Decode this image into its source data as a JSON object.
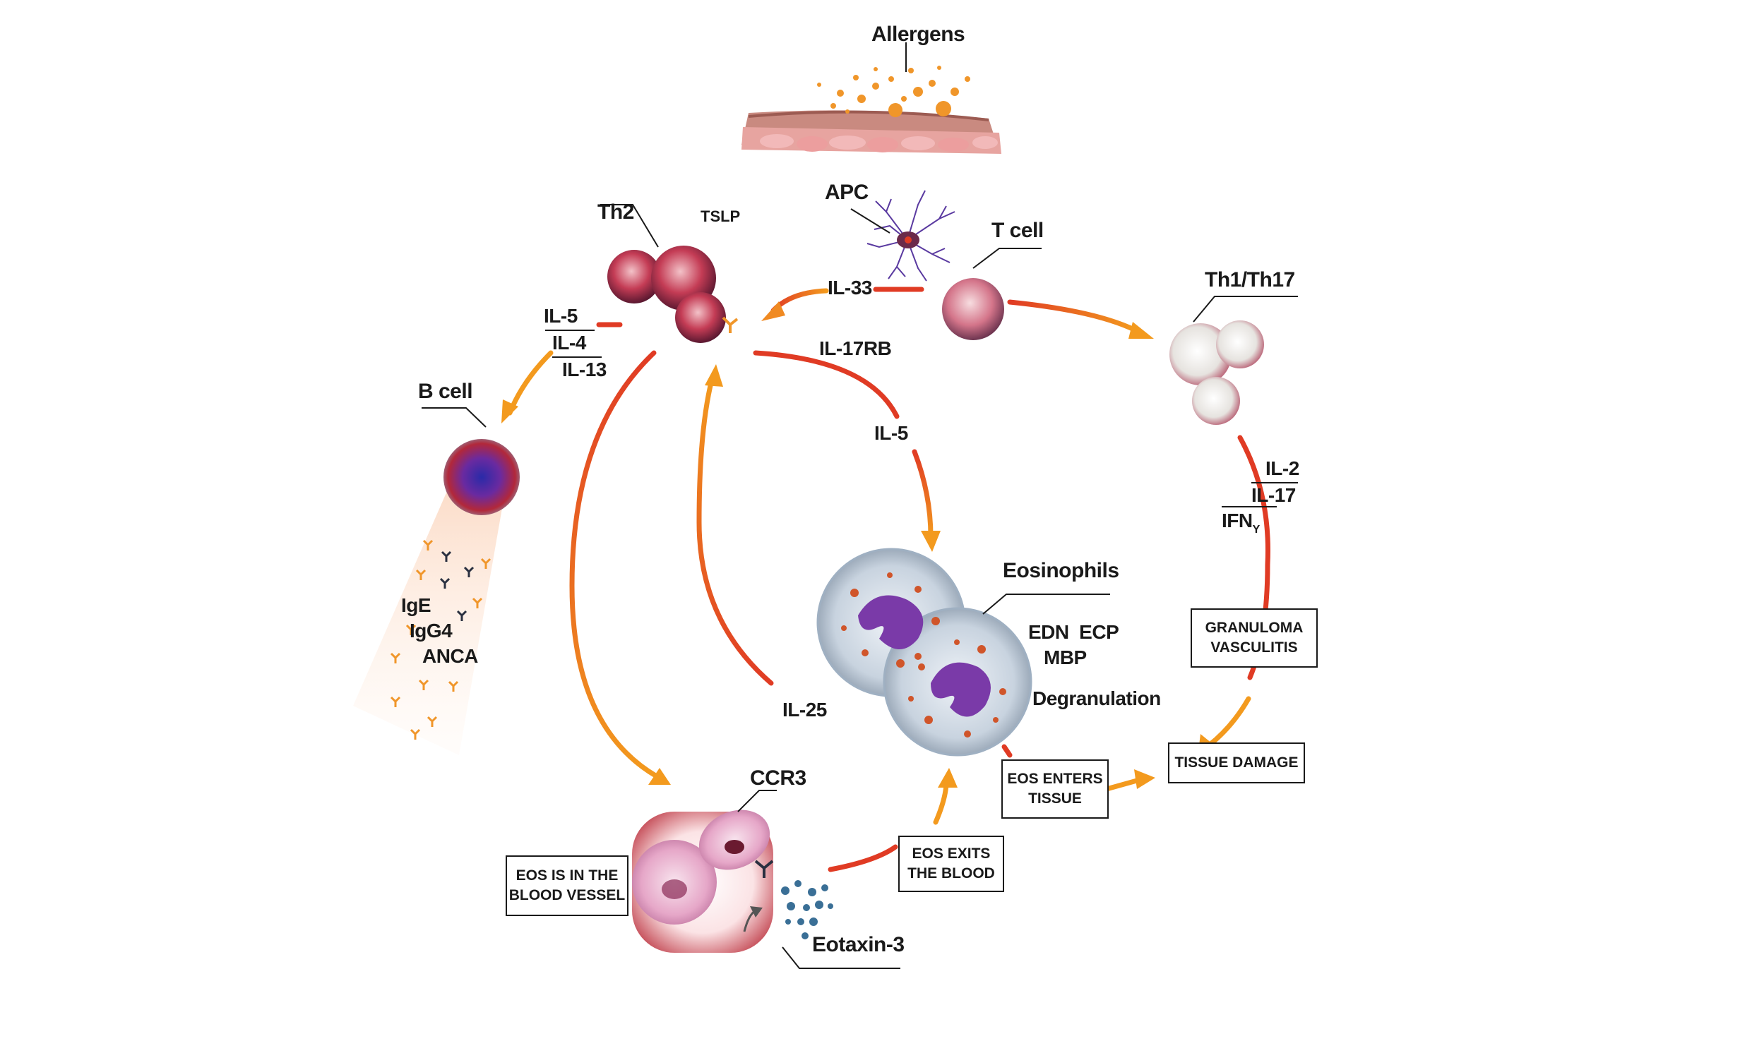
{
  "labels": {
    "allergens": "Allergens",
    "apc": "APC",
    "t_cell": "T cell",
    "th2": "Th2",
    "tslp": "TSLP",
    "th1_th17": "Th1/Th17",
    "il33": "IL-33",
    "il17rb": "IL-17RB",
    "il5_left": "IL-5",
    "il4": "IL-4",
    "il13": "IL-13",
    "b_cell": "B cell",
    "il5_center": "IL-5",
    "il2": "IL-2",
    "il17": "IL-17",
    "ifn": "IFN",
    "ifn_sub": "Y",
    "ige": "IgE",
    "igg4": "IgG4",
    "anca": "ANCA",
    "eosinophils": "Eosinophils",
    "edn_ecp": "EDN  ECP",
    "mbp": "MBP",
    "degranulation": "Degranulation",
    "il25": "IL-25",
    "ccr3": "CCR3",
    "eotaxin3": "Eotaxin-3"
  },
  "boxes": {
    "granuloma": [
      "GRANULOMA",
      "VASCULITIS"
    ],
    "tissue_damage": [
      "TISSUE DAMAGE"
    ],
    "eos_enters": [
      "EOS ENTERS",
      "TISSUE"
    ],
    "eos_exits": [
      "EOS EXITS",
      "THE BLOOD"
    ],
    "eos_blood": [
      "EOS IS IN THE",
      "BLOOD VESSEL"
    ]
  },
  "colors": {
    "arrow_red": "#e03b24",
    "arrow_orange": "#f39a1e",
    "allergen": "#f0962a",
    "th2_cell": "#b8324a",
    "th1_cell": "#e8e4e0",
    "eosinophil_nucleus": "#7a3aa8",
    "eotaxin": "#3a6f96"
  }
}
